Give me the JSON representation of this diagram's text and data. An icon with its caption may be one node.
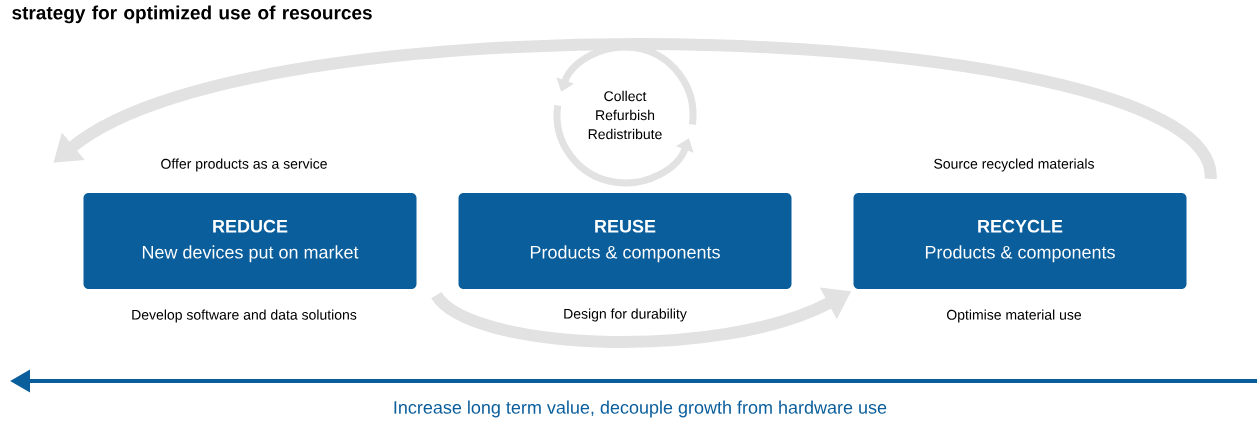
{
  "diagram": {
    "title": "strategy for optimized use of resources",
    "nodes": [
      {
        "text": [
          "REDUCE",
          "New devices put on market"
        ],
        "beside": [
          "Offer products as a service",
          "Develop software and data solutions"
        ]
      },
      {
        "text": [
          "REUSE",
          "Products & components"
        ]
      },
      {
        "text": [
          "RECYCLE",
          "Products & components"
        ],
        "beside": [
          "Source recycled materials",
          "Optimise material use"
        ]
      }
    ],
    "edges": [
      {
        "from": 2,
        "to": 0,
        "arrow": "to"
      },
      {
        "from": 1,
        "to": 2,
        "arrow": "to",
        "label": "Design for durability"
      }
    ],
    "labels": [
      "Collect Refurbish Redistribute",
      "Increase long term value, decouple growth from hardware use"
    ]
  }
}
